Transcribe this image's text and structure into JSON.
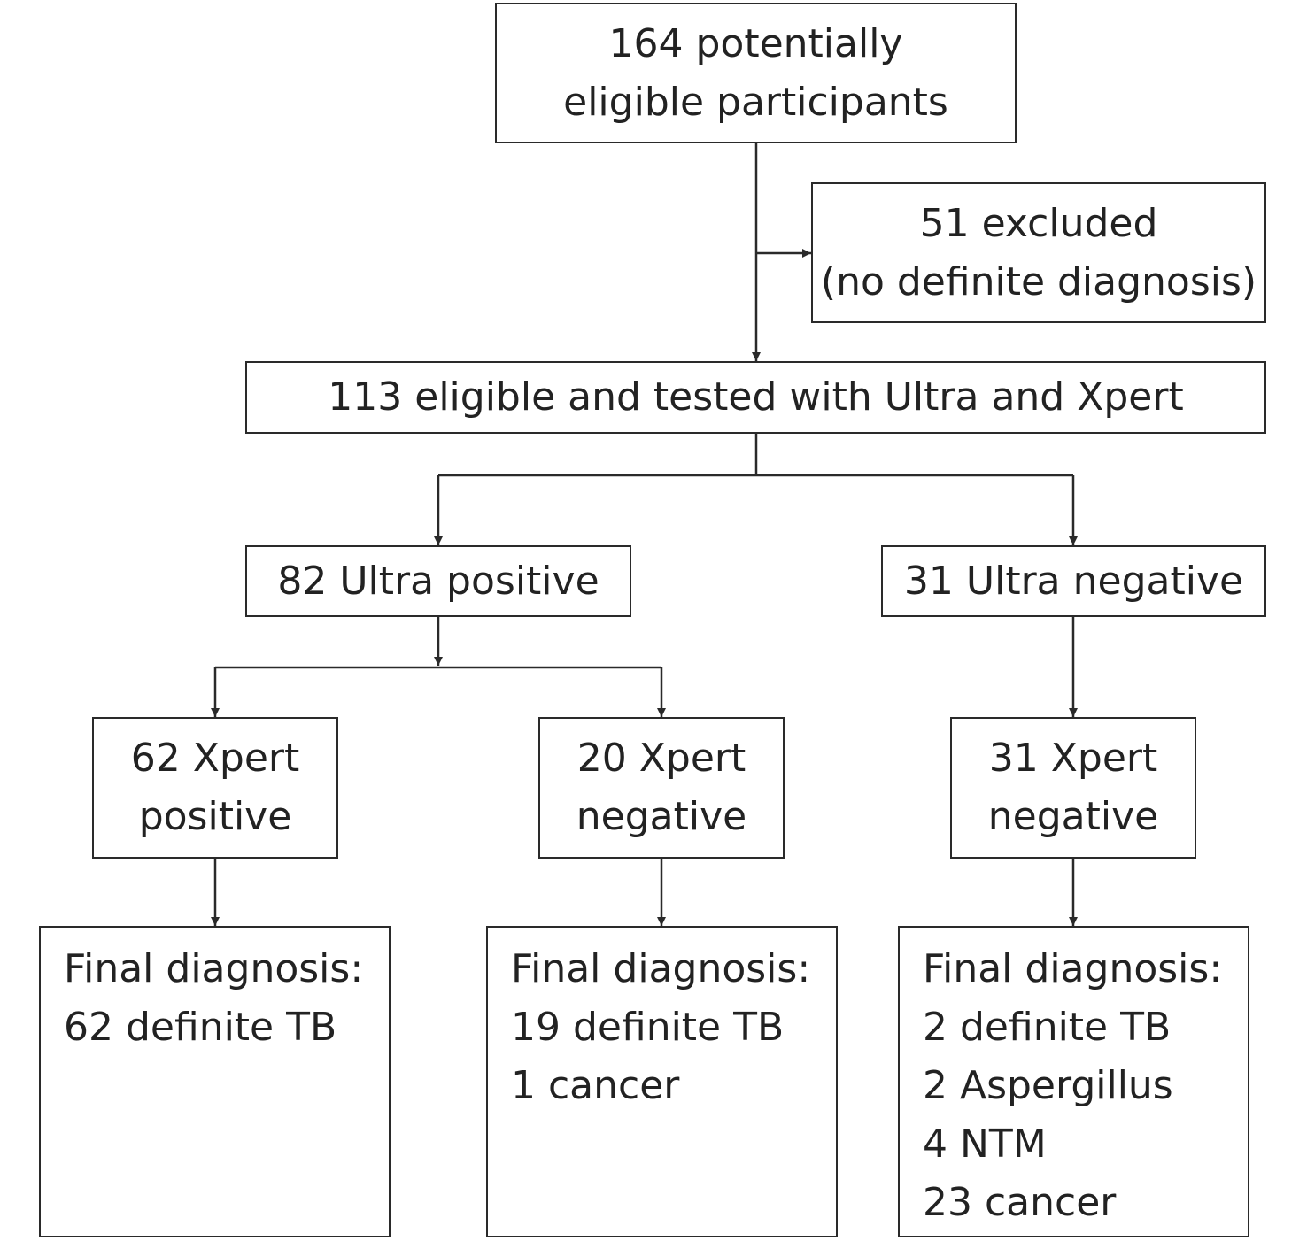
{
  "nodes": {
    "potentially_eligible": {
      "lines": [
        "164 potentially",
        "eligible participants"
      ]
    },
    "excluded": {
      "lines": [
        "51 excluded",
        "(no definite diagnosis)"
      ]
    },
    "eligible_tested": {
      "lines": [
        "113 eligible and tested with Ultra and Xpert"
      ]
    },
    "ultra_positive": {
      "lines": [
        "82 Ultra positive"
      ]
    },
    "ultra_negative": {
      "lines": [
        "31 Ultra negative"
      ]
    },
    "xpert_positive_62": {
      "lines": [
        "62 Xpert",
        "positive"
      ]
    },
    "xpert_negative_20": {
      "lines": [
        "20 Xpert",
        "negative"
      ]
    },
    "xpert_negative_31": {
      "lines": [
        "31 Xpert",
        "negative"
      ]
    },
    "final_1": {
      "lines": [
        "Final diagnosis:",
        "62 definite TB"
      ]
    },
    "final_2": {
      "lines": [
        "Final diagnosis:",
        "19 definite TB",
        "1 cancer"
      ]
    },
    "final_3": {
      "lines": [
        "Final diagnosis:",
        "2 definite TB",
        "2 Aspergillus",
        "4 NTM",
        "23 cancer"
      ]
    }
  }
}
